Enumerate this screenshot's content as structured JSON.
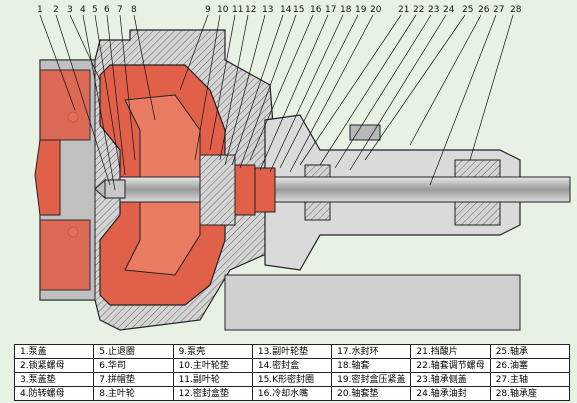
{
  "callouts": [
    "1",
    "2",
    "3",
    "4",
    "5",
    "6",
    "7",
    "8",
    "9",
    "10",
    "11",
    "12",
    "13",
    "14",
    "15",
    "16",
    "17",
    "18",
    "19",
    "20",
    "21",
    "22",
    "23",
    "24",
    "25",
    "26",
    "27",
    "28"
  ],
  "legend_rows": [
    [
      "1.泵盖",
      "5.止退圈",
      "9.泵壳",
      "13.副叶轮垫",
      "17.水封环",
      "21.挡酸片",
      "25.轴承"
    ],
    [
      "2.锁紧螺母",
      "6.华司",
      "10.主叶轮垫",
      "14.密封盒",
      "18.轴套",
      "22.轴套调节螺母",
      "26.油塞"
    ],
    [
      "3.泵盖垫",
      "7.拼帽垫",
      "11.副叶轮",
      "15.K形密封圈",
      "19.密封盒压紧盖",
      "23.轴承侧盖",
      "27.主轴"
    ],
    [
      "4.防转螺母",
      "8.主叶轮",
      "12.密封盒垫",
      "16.冷却水嘴",
      "20.轴套垫",
      "24.轴承油封",
      "28.轴承座"
    ]
  ],
  "colors": {
    "background": "#e8f2e4",
    "pump_red": "#e0604a",
    "casing_gray": "#c8c8c8",
    "hatch": "#555555",
    "shaft": "#b0b0b0"
  }
}
